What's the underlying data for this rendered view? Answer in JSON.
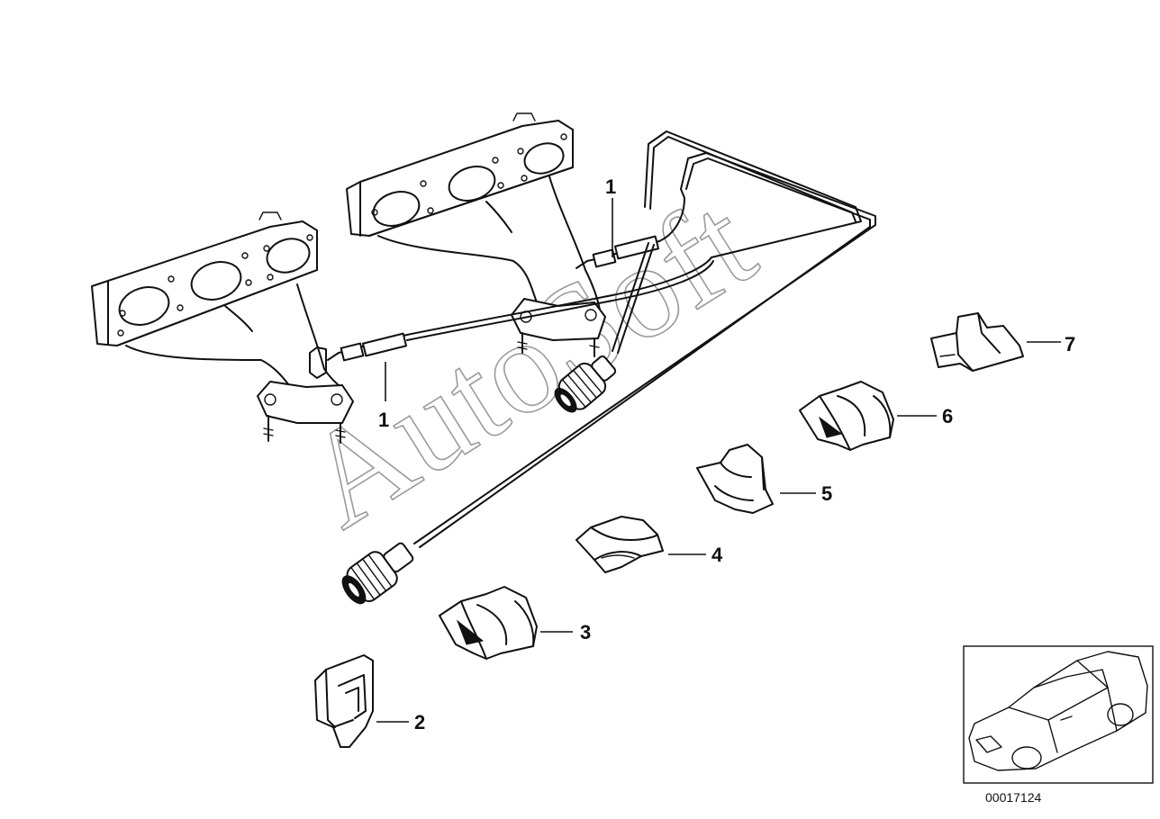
{
  "callouts": [
    {
      "id": "1a",
      "label": "1"
    },
    {
      "id": "1b",
      "label": "1"
    },
    {
      "id": "2",
      "label": "2"
    },
    {
      "id": "3",
      "label": "3"
    },
    {
      "id": "4",
      "label": "4"
    },
    {
      "id": "5",
      "label": "5"
    },
    {
      "id": "6",
      "label": "6"
    },
    {
      "id": "7",
      "label": "7"
    }
  ],
  "watermark": "AutoSoft",
  "document_number": "00017124",
  "icons": [
    "exhaust-manifold-icon",
    "oxygen-sensor-icon",
    "wire-clip-icon",
    "car-thumbnail-icon"
  ],
  "colors": {
    "line": "#111111",
    "watermark": "#9a9a9a",
    "background": "#ffffff"
  }
}
